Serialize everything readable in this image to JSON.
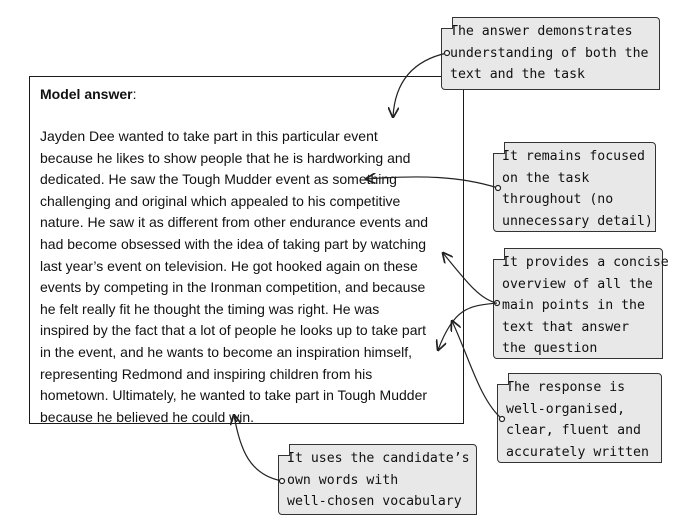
{
  "heading": {
    "label": "Model answer",
    "colon": ":"
  },
  "answer_lines": [
    "Jayden Dee wanted to take part in this particular event",
    "because he likes to show people that he is hardworking and",
    "dedicated. He saw the Tough Mudder event as something",
    "challenging and original which appealed to his competitive",
    "nature. He saw it as different from other endurance events and",
    "had become obsessed with the idea of taking part by watching",
    "last year’s event on television. He got hooked again on these",
    "events by competing in the Ironman competition, and because",
    "he felt really fit he thought the timing was right. He was",
    "inspired by the fact that a lot of people he looks up to take part",
    "in the event, and he wants to become an inspiration himself,",
    "representing Redmond and inspiring children from his",
    "hometown. Ultimately, he wanted to take part in Tough Mudder",
    "because he believed he could win."
  ],
  "notes": {
    "understanding": [
      "The answer demonstrates",
      "understanding of both the",
      "text and the task"
    ],
    "focused": [
      "It remains focused",
      "on the task",
      "throughout (no",
      "unnecessary detail)"
    ],
    "concise": [
      "It provides a concise",
      "overview of all the",
      "main points in the",
      "text that answer",
      "the question"
    ],
    "organised": [
      "The response is",
      "well-organised,",
      "clear, fluent and",
      "accurately written"
    ],
    "own_words": [
      "It uses the candidate’s",
      "own words with",
      "well-chosen vocabulary"
    ]
  }
}
